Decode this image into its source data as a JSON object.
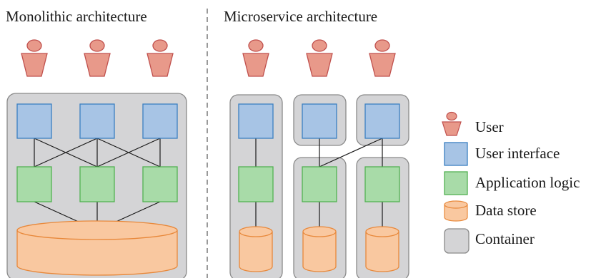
{
  "titles": {
    "monolithic": "Monolithic architecture",
    "microservice": "Microservice architecture"
  },
  "legend": {
    "user": "User",
    "ui": "User interface",
    "logic": "Application logic",
    "store": "Data store",
    "container": "Container"
  },
  "colors": {
    "user_fill": "#e8998a",
    "user_stroke": "#c0504d",
    "ui_fill": "#a7c4e5",
    "ui_stroke": "#3a7fc1",
    "logic_fill": "#a8dba8",
    "logic_stroke": "#52b152",
    "store_fill": "#f9c8a0",
    "store_stroke": "#e8883a",
    "container_fill": "#d4d4d6",
    "container_stroke": "#8a8a8a",
    "divider": "#9a9a9a"
  }
}
